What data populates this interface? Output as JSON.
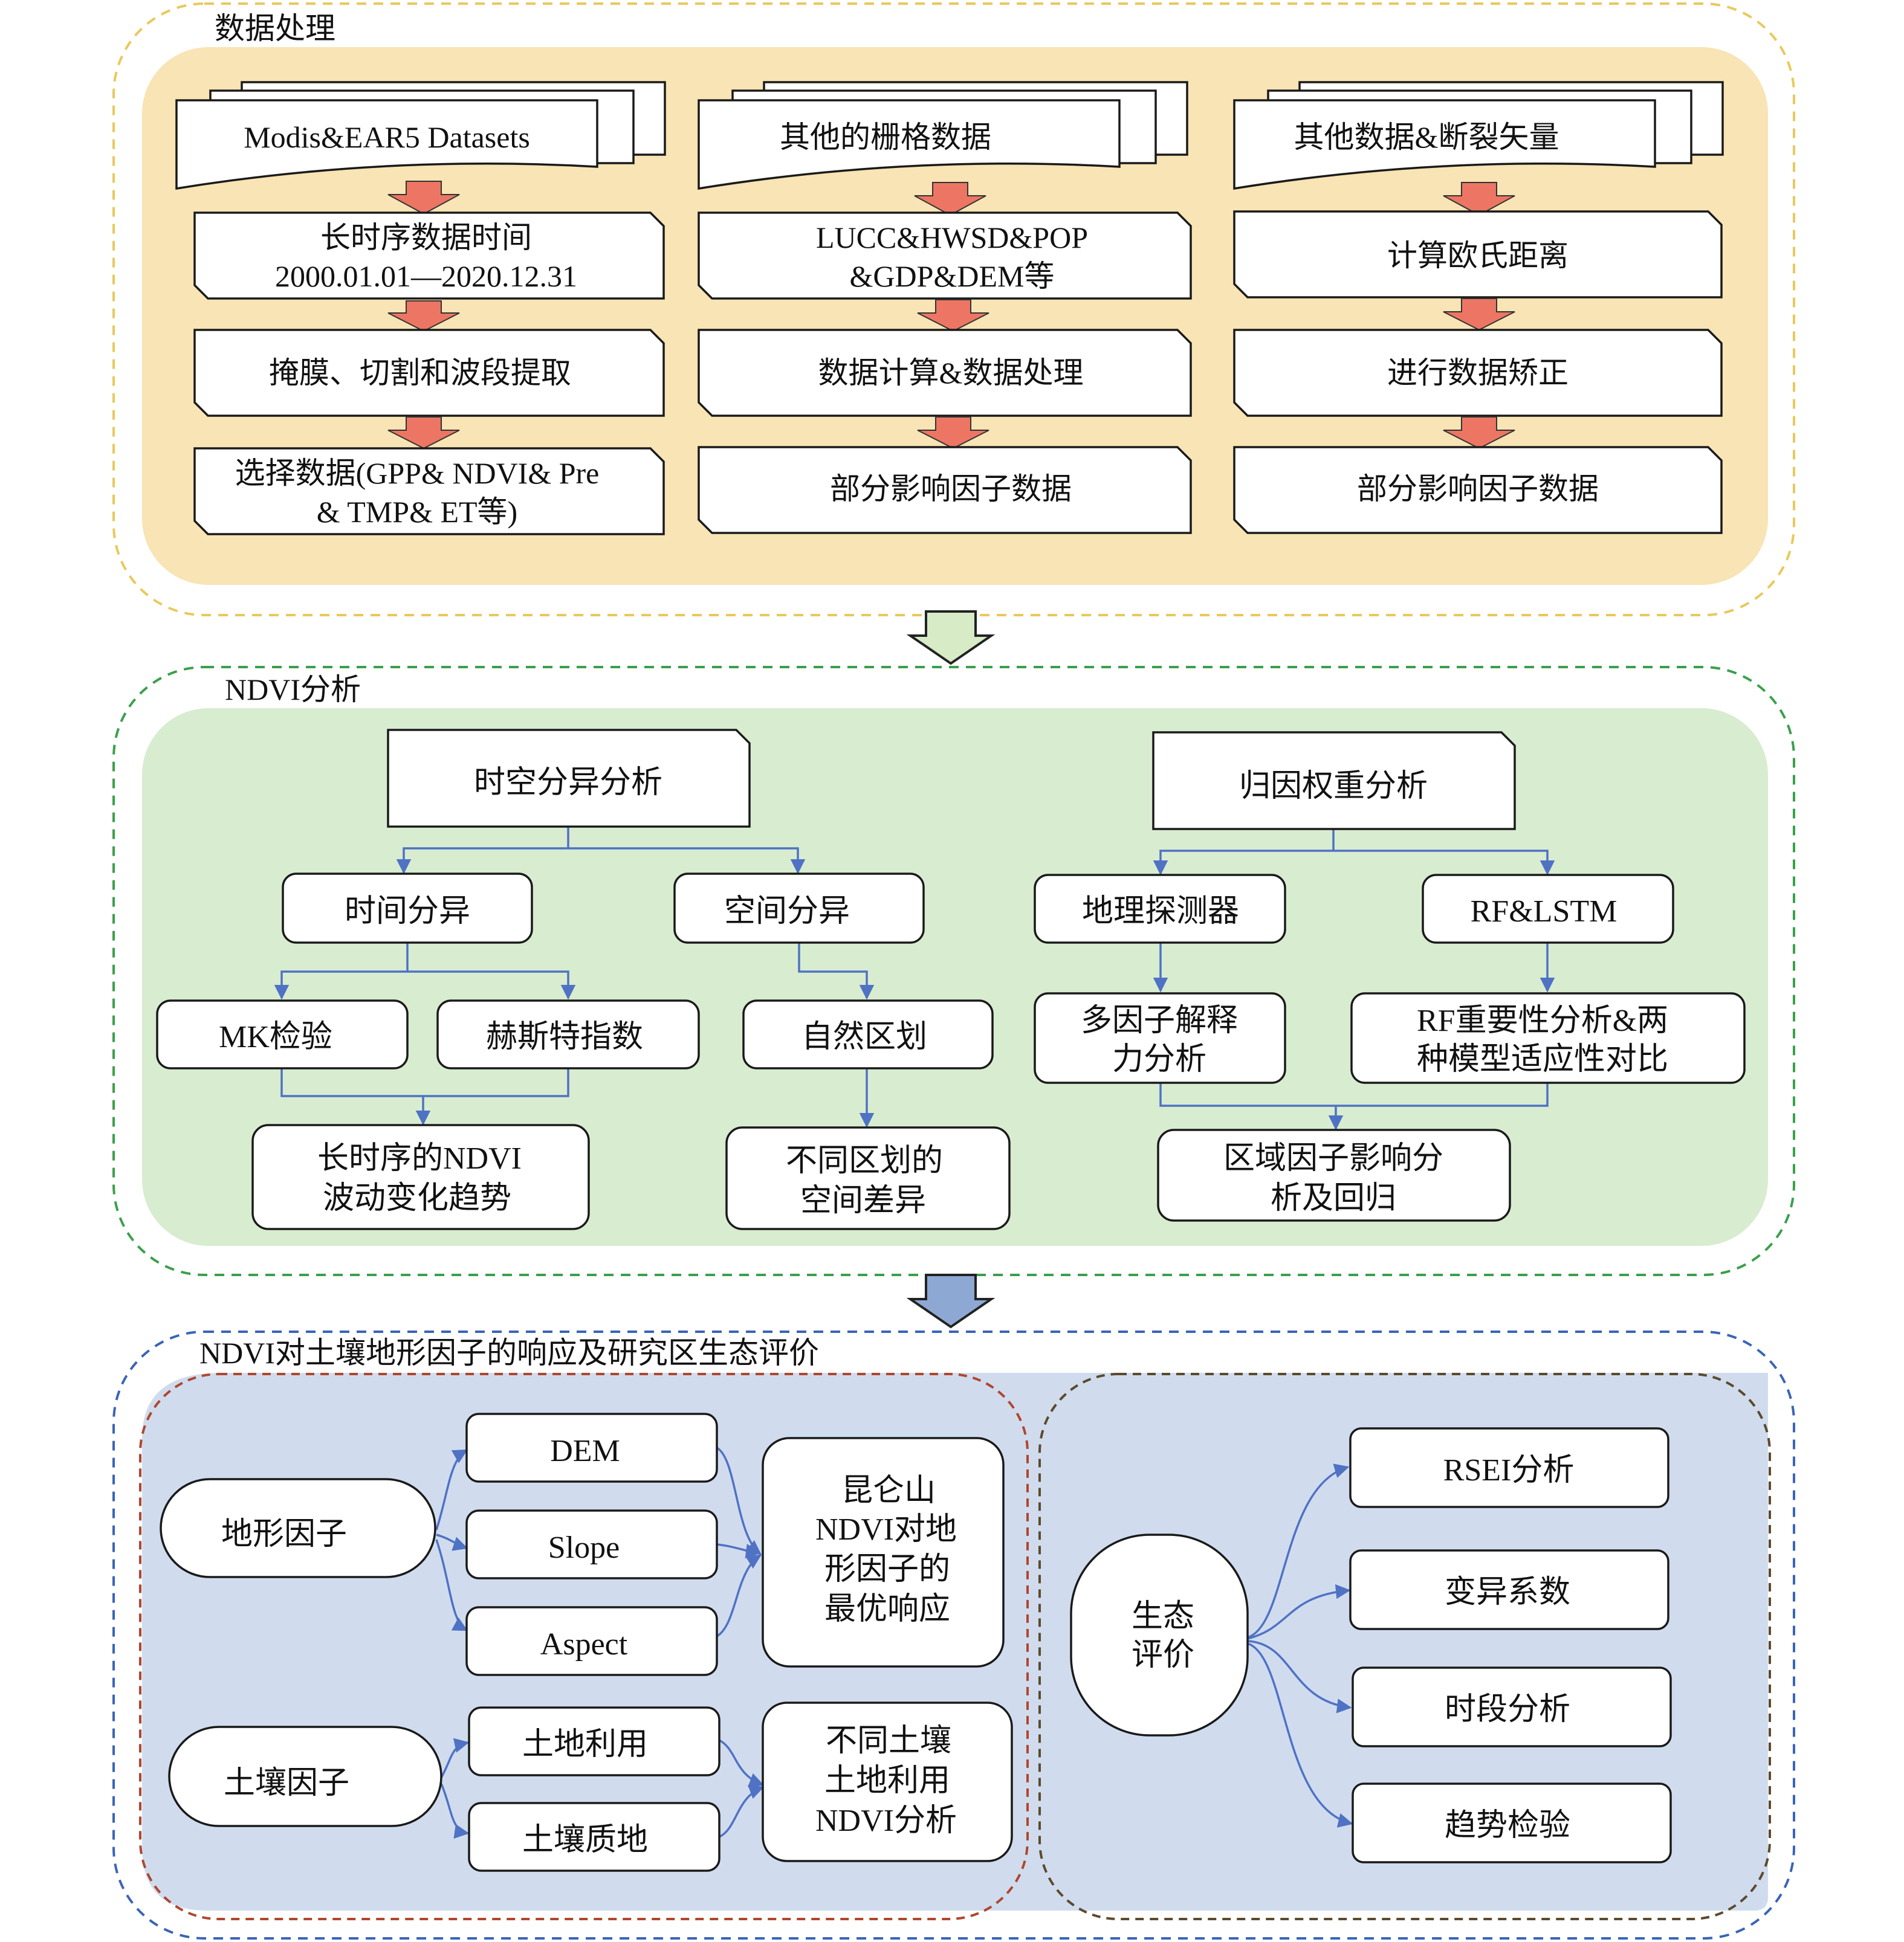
{
  "section1": {
    "title": "数据处理",
    "col1": {
      "source": "Modis&EAR5 Datasets",
      "steps": [
        [
          "长时序数据时间",
          "2000.01.01—2020.12.31"
        ],
        [
          "掩膜、切割和波段提取"
        ],
        [
          "选择数据(GPP& NDVI& Pre",
          "& TMP& ET等)"
        ]
      ]
    },
    "col2": {
      "source": "其他的栅格数据",
      "steps": [
        [
          "LUCC&HWSD&POP",
          "&GDP&DEM等"
        ],
        [
          "数据计算&数据处理"
        ],
        [
          "部分影响因子数据"
        ]
      ]
    },
    "col3": {
      "source": "其他数据&断裂矢量",
      "steps": [
        [
          "计算欧氏距离"
        ],
        [
          "进行数据矫正"
        ],
        [
          "部分影响因子数据"
        ]
      ]
    }
  },
  "section2": {
    "title": "NDVI分析",
    "left": {
      "root": "时空分异分析",
      "temporal": "时间分异",
      "spatial": "空间分异",
      "mk": "MK检验",
      "hurst": "赫斯特指数",
      "natural": "自然区划",
      "result1": [
        "长时序的NDVI",
        "波动变化趋势"
      ],
      "result2": [
        "不同区划的",
        "空间差异"
      ]
    },
    "right": {
      "root": "归因权重分析",
      "geodetector": "地理探测器",
      "rflstm": "RF&LSTM",
      "multi": [
        "多因子解释",
        "力分析"
      ],
      "rf": [
        "RF重要性分析&两",
        "种模型适应性对比"
      ],
      "result": [
        "区域因子影响分",
        "析及回归"
      ]
    }
  },
  "section3": {
    "title": "NDVI对土壤地形因子的响应及研究区生态评价",
    "terrain": {
      "label": "地形因子",
      "items": [
        "DEM",
        "Slope",
        "Aspect"
      ],
      "result": [
        "昆仑山",
        "NDVI对地",
        "形因子的",
        "最优响应"
      ]
    },
    "soil": {
      "label": "土壤因子",
      "items": [
        "土地利用",
        "土壤质地"
      ],
      "result": [
        "不同土壤",
        "土地利用",
        "NDVI分析"
      ]
    },
    "eco": {
      "label": [
        "生态",
        "评价"
      ],
      "items": [
        "RSEI分析",
        "变异系数",
        "时段分析",
        "趋势检验"
      ]
    }
  },
  "colors": {
    "section1_fill": "#f8e4b4",
    "section1_border": "#e8c95c",
    "section2_fill": "#d8ecd0",
    "section2_border": "#3aa04a",
    "section3_fill": "#d0dcee",
    "section3_border": "#3a64b8",
    "red_arrow": "#ec7663",
    "connector": "#4f72c4",
    "green_arrow": "#d6ebc6",
    "blue_arrow": "#8ea8d4",
    "terrain_border": "#b0462e",
    "eco_border": "#5c4a2c"
  }
}
